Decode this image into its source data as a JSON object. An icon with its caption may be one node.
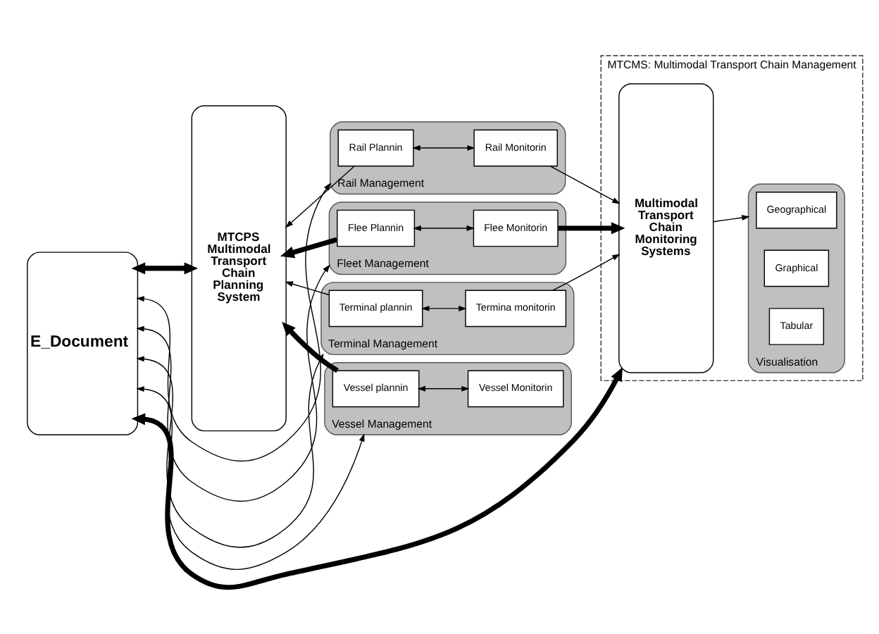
{
  "diagram": {
    "nodes": [
      {
        "text": [
          "E_Document"
        ]
      },
      {
        "text": [
          "MTCPS Multimodal Transport Chain Planning System"
        ]
      },
      {
        "text": [
          "Rail Management"
        ]
      },
      {
        "text": [
          "Rail Plannin"
        ],
        "in": 2
      },
      {
        "text": [
          "Rail Monitorin"
        ],
        "in": 2
      },
      {
        "text": [
          "Fleet Management"
        ]
      },
      {
        "text": [
          "Flee Plannin"
        ],
        "in": 5
      },
      {
        "text": [
          "Flee Monitorin"
        ],
        "in": 5
      },
      {
        "text": [
          "Terminal Management"
        ]
      },
      {
        "text": [
          "Terminal plannin"
        ],
        "in": 8
      },
      {
        "text": [
          "Termina monitorin"
        ],
        "in": 8
      },
      {
        "text": [
          "Vessel Management"
        ]
      },
      {
        "text": [
          "Vessel plannin"
        ],
        "in": 11
      },
      {
        "text": [
          "Vessel Monitorin"
        ],
        "in": 11
      },
      {
        "text": [
          "MTCMS: Multimodal Transport Chain Management"
        ]
      },
      {
        "text": [
          "Multimodal Transport Chain Monitoring Systems"
        ],
        "in": 14
      },
      {
        "text": [
          "Visualisation"
        ],
        "in": 14
      },
      {
        "text": [
          "Geographical"
        ],
        "in": 16
      },
      {
        "text": [
          "Graphical"
        ],
        "in": 16
      },
      {
        "text": [
          "Tabular"
        ],
        "in": 16
      }
    ],
    "edges": [
      {
        "from": 0,
        "to": 1,
        "arrow": "both",
        "style": "thick"
      },
      {
        "from": 0,
        "to": 2,
        "arrow": "both"
      },
      {
        "from": 0,
        "to": 5,
        "arrow": "both"
      },
      {
        "from": 0,
        "to": 8,
        "arrow": "both"
      },
      {
        "from": 0,
        "to": 11,
        "arrow": "both"
      },
      {
        "from": 0,
        "to": 15,
        "arrow": "both",
        "style": "thick"
      },
      {
        "from": 3,
        "to": 4,
        "arrow": "both"
      },
      {
        "from": 6,
        "to": 7,
        "arrow": "both"
      },
      {
        "from": 9,
        "to": 10,
        "arrow": "both"
      },
      {
        "from": 12,
        "to": 13,
        "arrow": "both"
      },
      {
        "from": 3,
        "to": 1,
        "arrow": "to"
      },
      {
        "from": 6,
        "to": 1,
        "arrow": "to",
        "style": "thick"
      },
      {
        "from": 9,
        "to": 1,
        "arrow": "to"
      },
      {
        "from": 12,
        "to": 1,
        "arrow": "to",
        "style": "thick"
      },
      {
        "from": 4,
        "to": 15,
        "arrow": "to"
      },
      {
        "from": 7,
        "to": 15,
        "arrow": "to",
        "style": "thick"
      },
      {
        "from": 10,
        "to": 15,
        "arrow": "to"
      },
      {
        "from": 15,
        "to": 16,
        "arrow": "to"
      }
    ]
  }
}
